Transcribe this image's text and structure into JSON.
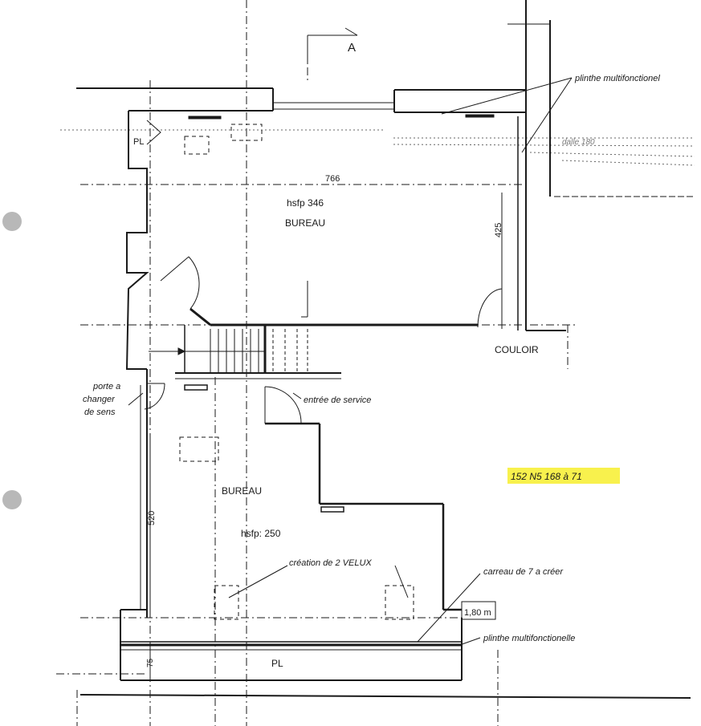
{
  "section_marker": "A",
  "rooms": {
    "top_room_name": "BUREAU",
    "top_room_hsfp": "hsfp  346",
    "bottom_room_name": "BUREAU",
    "bottom_room_hsfp": "hsfp: 250",
    "corridor": "COULOIR",
    "pl_top": "PL",
    "pl_bottom": "PL"
  },
  "dimensions": {
    "width_top": "766",
    "height_top": "425",
    "height_bottom": "520",
    "depth_pl": "75",
    "height_box": "1,80 m"
  },
  "annotations": {
    "plinthe_top": "plinthe  multifonctionel",
    "porte_line1": "porte  a",
    "porte_line2": "changer",
    "porte_line3": "de sens",
    "entree_service": "entrée  de  service",
    "velux": "création de 2  VELUX",
    "carreau": "carreau  de 7 a  créer",
    "plinthe_bottom": "plinthe  multifonctionelle",
    "highlight_note": "152  N5 168  à 71",
    "partial_text": "dalle 180"
  },
  "colors": {
    "ink": "#1a1a1a",
    "highlight": "#f7ef3a",
    "punch_hole": "#b8b8b8"
  }
}
